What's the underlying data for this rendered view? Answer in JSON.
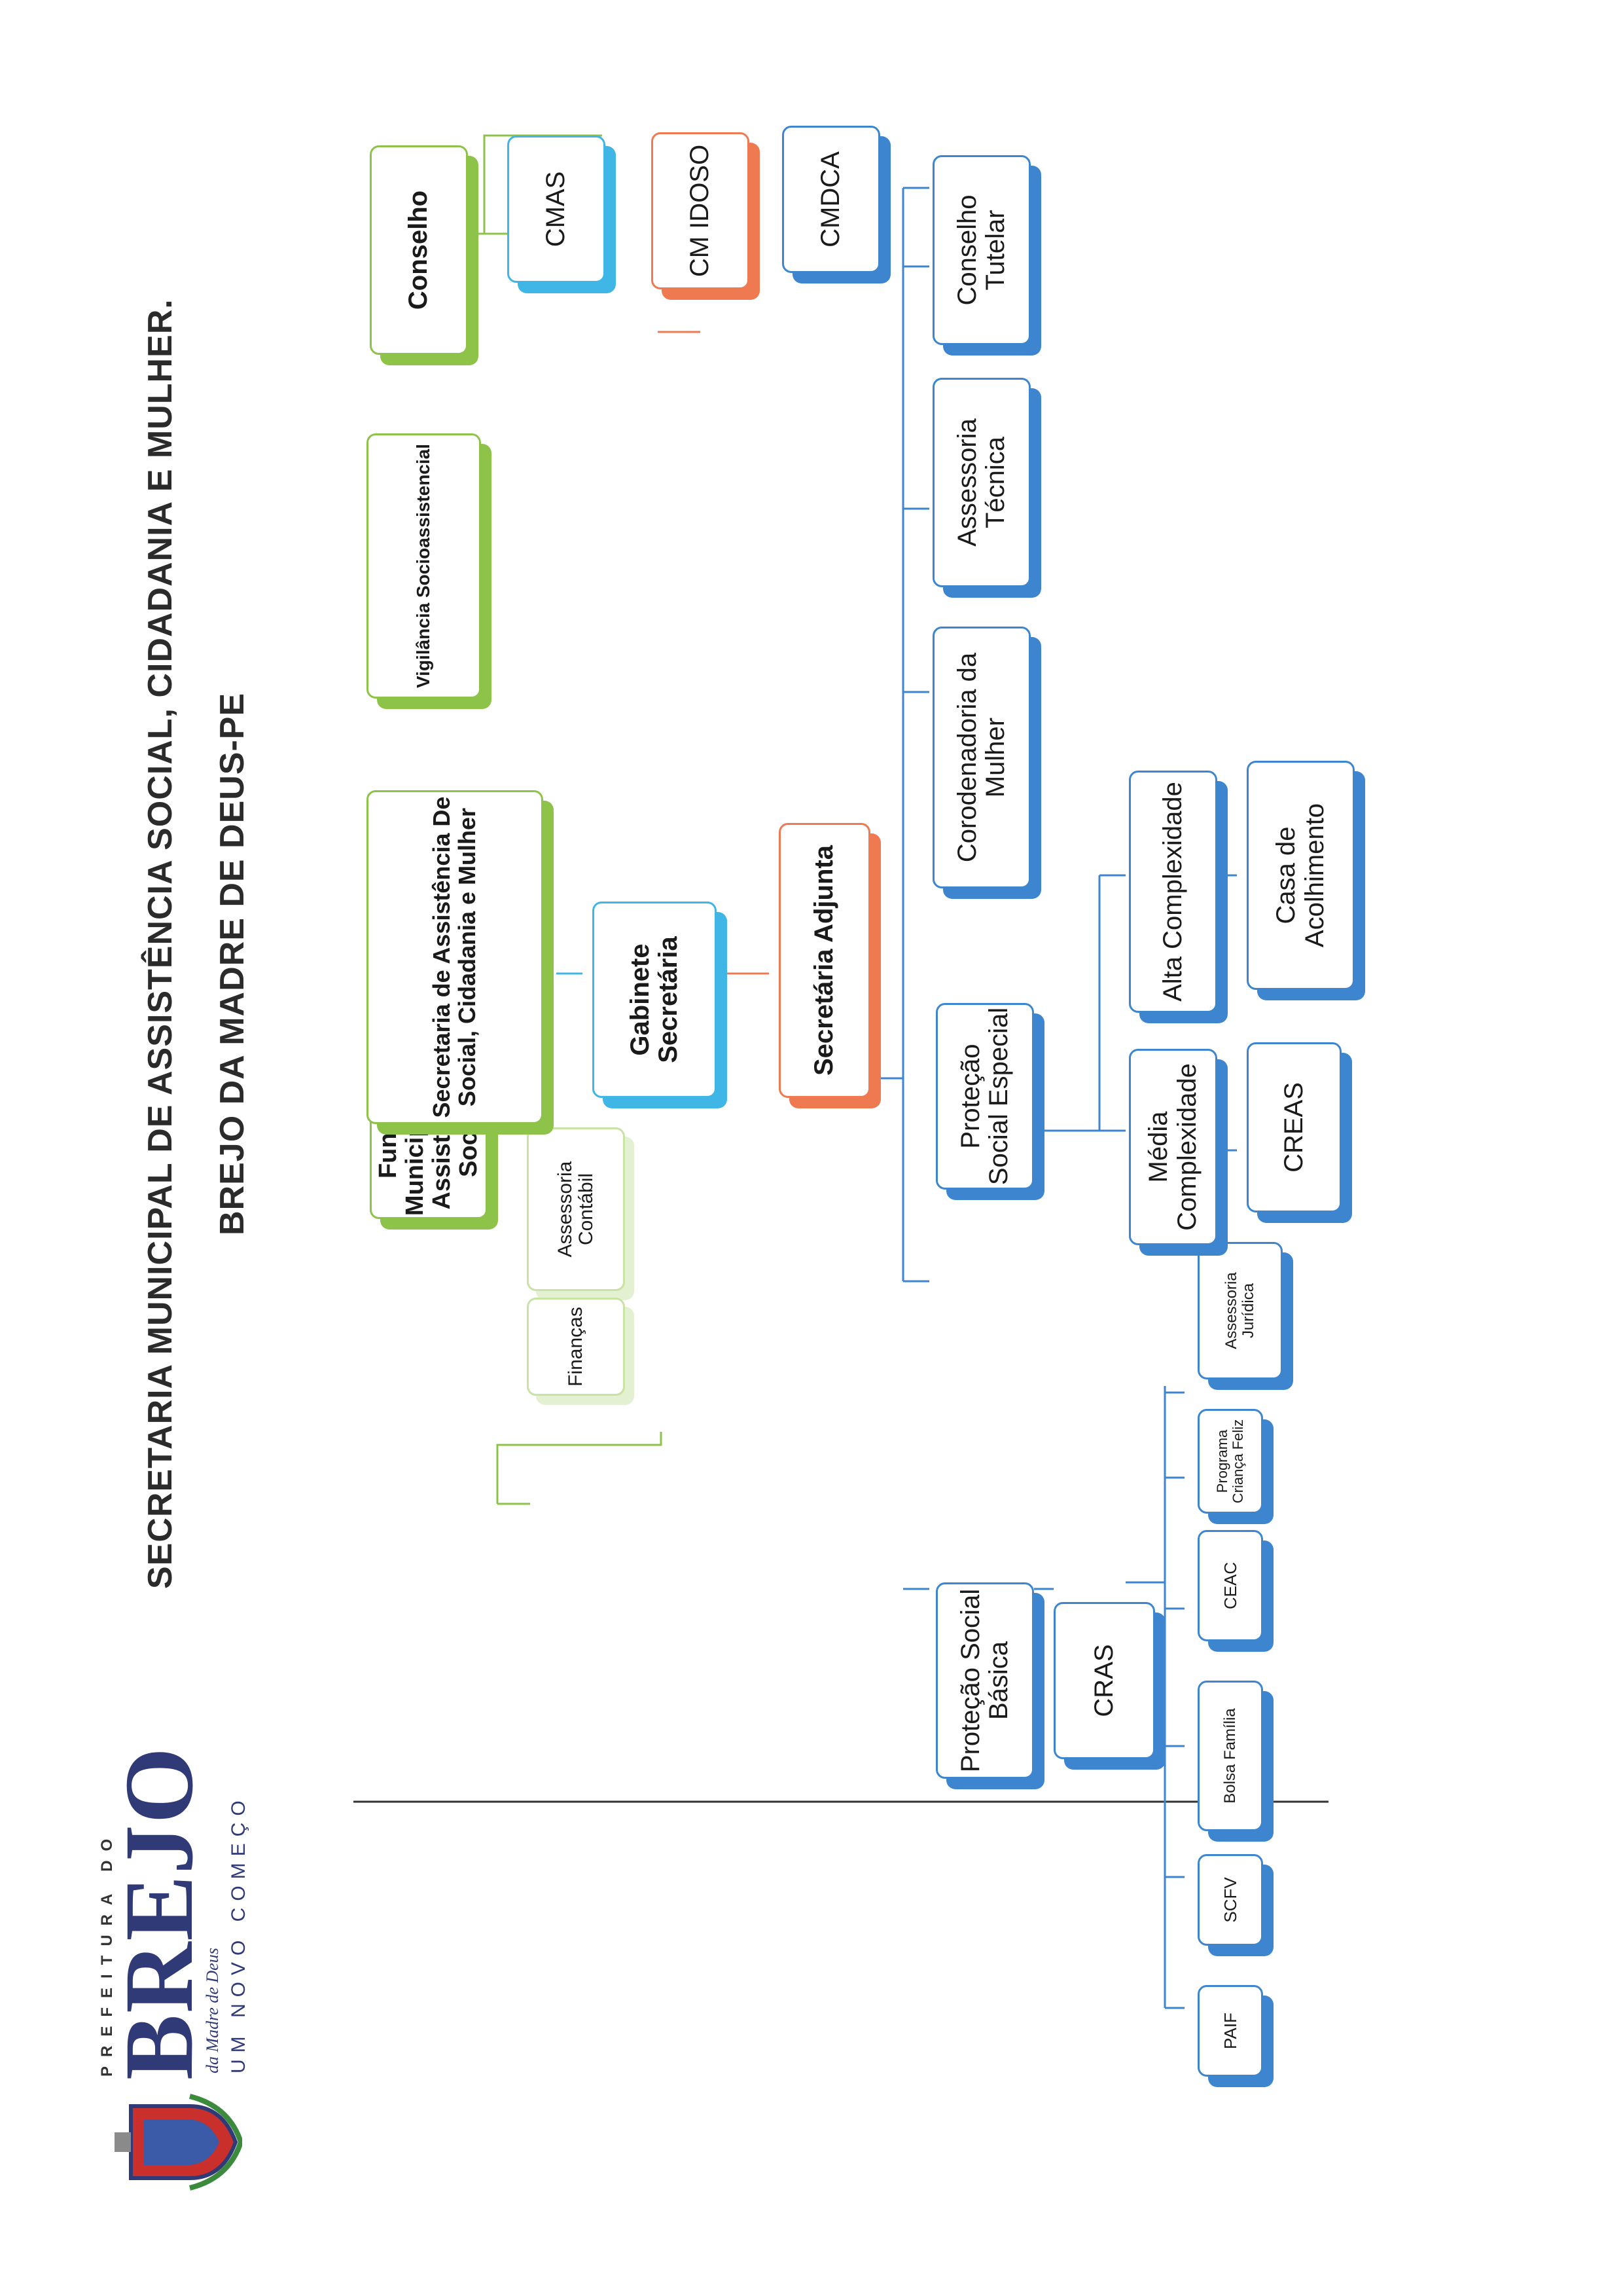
{
  "header": {
    "title": "SECRETARIA MUNICIPAL DE ASSISTÊNCIA SOCIAL, CIDADANIA E MULHER.",
    "subtitle": "BREJO DA MADRE DE DEUS-PE"
  },
  "logo": {
    "prefeitura": "PREFEITURA DO",
    "name": "BREJO",
    "subname": "da Madre de Deus",
    "slogan": "UM NOVO COMEÇO"
  },
  "nodes": {
    "fundo": "Fundo Municipal de Assistência Social",
    "assessoria_contabil": "Assessoria Contábil",
    "financas": "Finanças",
    "secretaria": "Secretaria de Assistência De Social, Cidadania e Mulher",
    "gabinete": "Gabinete Secretária",
    "adjunta": "Secretária Adjunta",
    "vigilancia": "Vigilância Socioassistencial",
    "conselho": "Conselho",
    "cmas": "CMAS",
    "cm_idoso": "CM IDOSO",
    "cmdca": "CMDCA",
    "protecao_basica": "Proteção Social Básica",
    "cras": "CRAS",
    "paif": "PAIF",
    "scfv": "SCFV",
    "bolsa_familia": "Bolsa Família",
    "ceac": "CEAC",
    "programa_crianca_feliz": "Programa Criança Feliz",
    "assessoria_juridica": "Assessoria Jurídica",
    "protecao_especial": "Proteção Social Especial",
    "media_complexidade": "Média Complexidade",
    "creas": "CREAS",
    "alta_complexidade": "Alta Complexidade",
    "casa_acolhimento": "Casa de Acolhimento",
    "coordenadoria_mulher": "Corodenadoria da Mulher",
    "assessoria_tecnica": "Assessoria Técnica",
    "conselho_tutelar": "Conselho Tutelar"
  },
  "colors": {
    "green": "#8ec34a",
    "cyan": "#3fb6e6",
    "orange": "#ef7a52",
    "blue": "#3d86cf"
  }
}
